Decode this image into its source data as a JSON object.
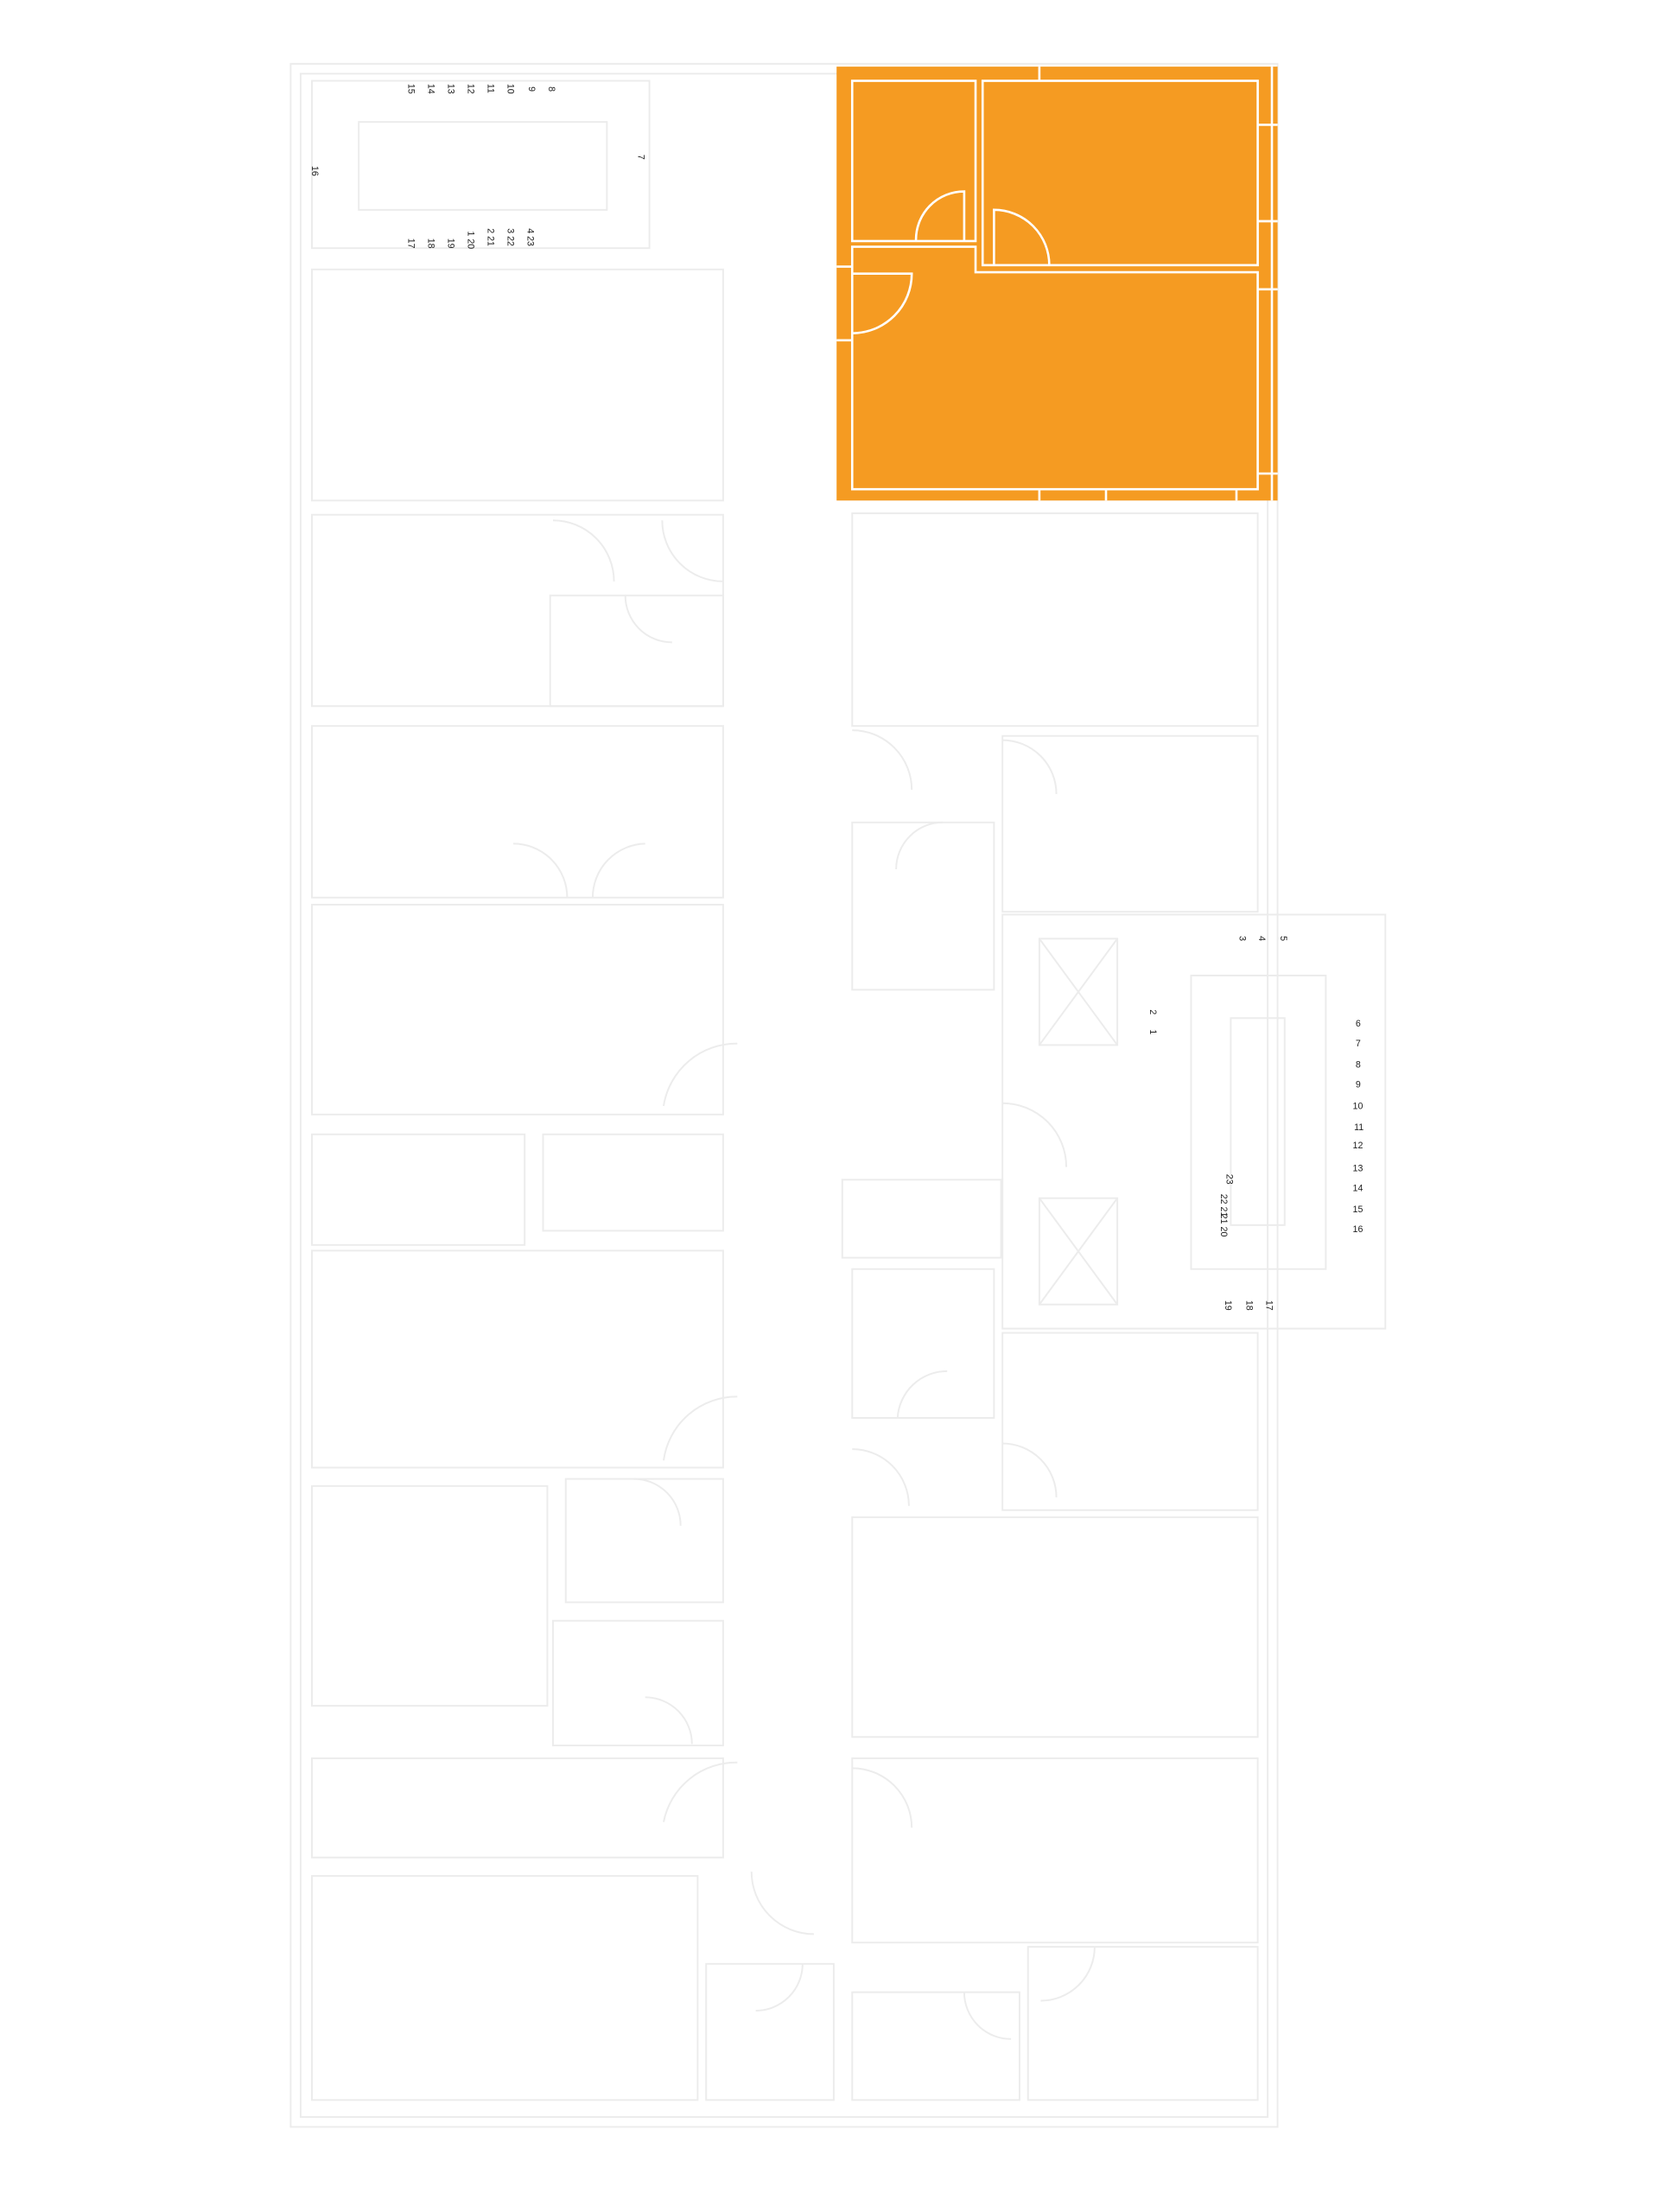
{
  "highlight": {
    "unit": "highlighted-apartment",
    "color": "#F59B22"
  },
  "colors": {
    "background": "#ffffff",
    "walls": "#ececec",
    "highlight_walls": "#ffffff",
    "labels": "#222222"
  },
  "stair_top_left": {
    "upper_steps": [
      "15",
      "14",
      "13",
      "12",
      "11",
      "10",
      "9",
      "8"
    ],
    "landing_top": "7",
    "landing_left": "16",
    "lower_steps": [
      "17",
      "18",
      "19",
      "1 20",
      "2 21",
      "3 22",
      "4 23"
    ]
  },
  "stair_right": {
    "top_steps": [
      "3",
      "4",
      "5"
    ],
    "entry_steps": [
      "2",
      "1"
    ],
    "side_steps": [
      "6",
      "7",
      "8",
      "9",
      "10",
      "11",
      "12",
      "13",
      "14",
      "15",
      "16"
    ],
    "inner_steps": [
      "23",
      "22 21",
      "21 20"
    ],
    "bottom_steps": [
      "19",
      "18",
      "17"
    ]
  }
}
